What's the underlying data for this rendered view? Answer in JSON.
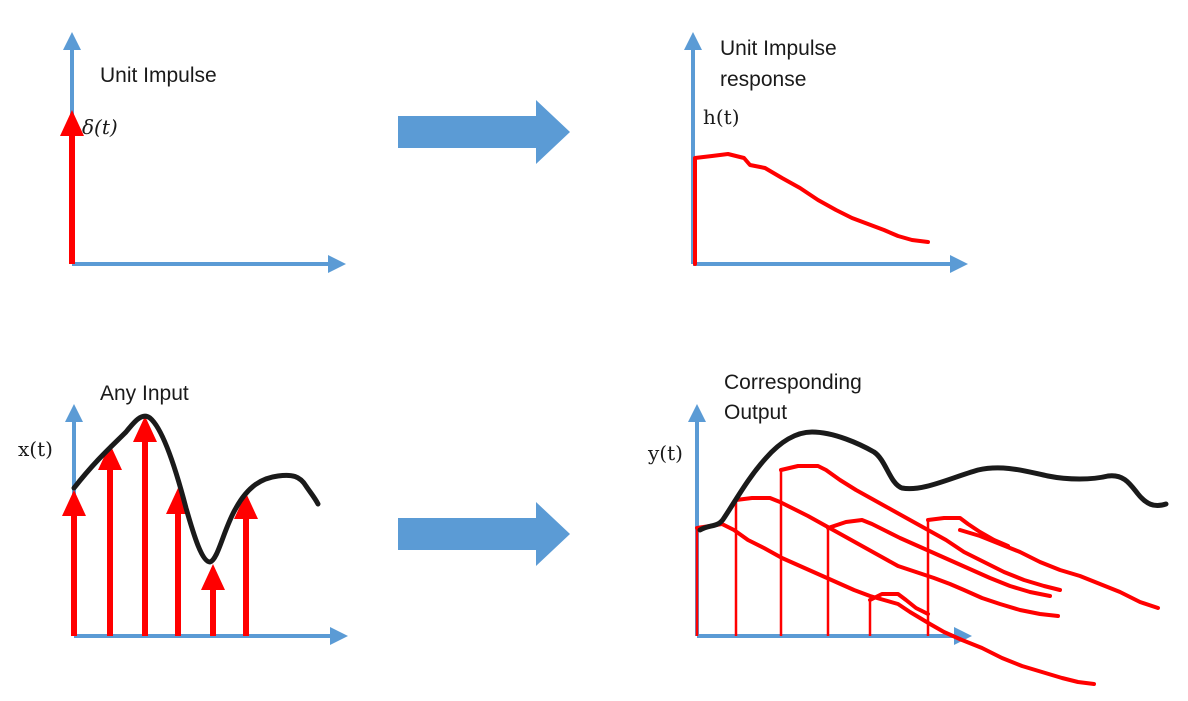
{
  "panels": {
    "unit_impulse": {
      "title": "Unit Impulse",
      "symbol": "δ(t)"
    },
    "impulse_response": {
      "title_line1": "Unit Impulse",
      "title_line2": "response",
      "symbol": "h(t)"
    },
    "any_input": {
      "title": "Any Input",
      "symbol": "x(t)"
    },
    "corresponding_output": {
      "title_line1": "Corresponding",
      "title_line2": "Output",
      "symbol": "y(t)"
    }
  },
  "colors": {
    "axis": "#5b9bd5",
    "impulse": "#ff0000",
    "signal": "#1a1a1a",
    "block_arrow": "#5b9bd5"
  }
}
